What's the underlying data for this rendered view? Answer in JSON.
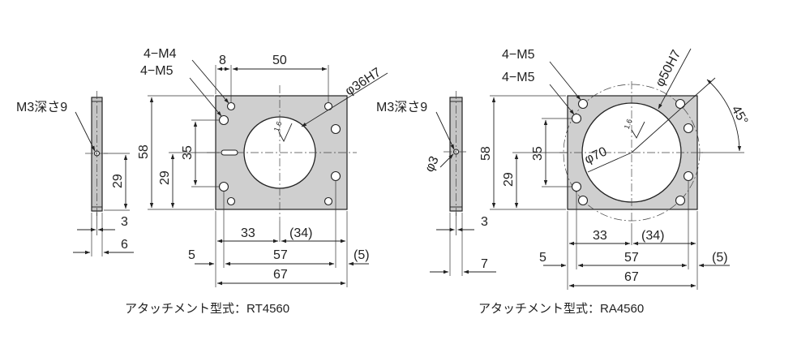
{
  "left": {
    "caption": "アタッチメント型式：RT4560",
    "callout_m3": "M3深さ9",
    "callout_m4": "4−M4",
    "callout_m5": "4−M5",
    "bore": "φ36H7",
    "roughness": "1.6",
    "dims": {
      "d8": "8",
      "d50": "50",
      "d58": "58",
      "d35": "35",
      "d29a": "29",
      "d29b": "29",
      "d3": "3",
      "d6": "6",
      "d5": "5",
      "d33": "33",
      "d34": "(34)",
      "d57": "57",
      "d5p": "(5)",
      "d67": "67"
    }
  },
  "right": {
    "caption": "アタッチメント型式：RA4560",
    "callout_m3": "M3深さ9",
    "callout_m5a": "4−M5",
    "callout_m5b": "4−M5",
    "bore": "φ50H7",
    "pcd": "φ70",
    "angle": "45°",
    "roughness": "1.6",
    "dims": {
      "phi3": "φ3",
      "d58": "58",
      "d35": "35",
      "d29": "29",
      "d3": "3",
      "d7": "7",
      "d5": "5",
      "d33": "33",
      "d34": "(34)",
      "d57": "57",
      "d5p": "(5)",
      "d67": "67"
    }
  }
}
